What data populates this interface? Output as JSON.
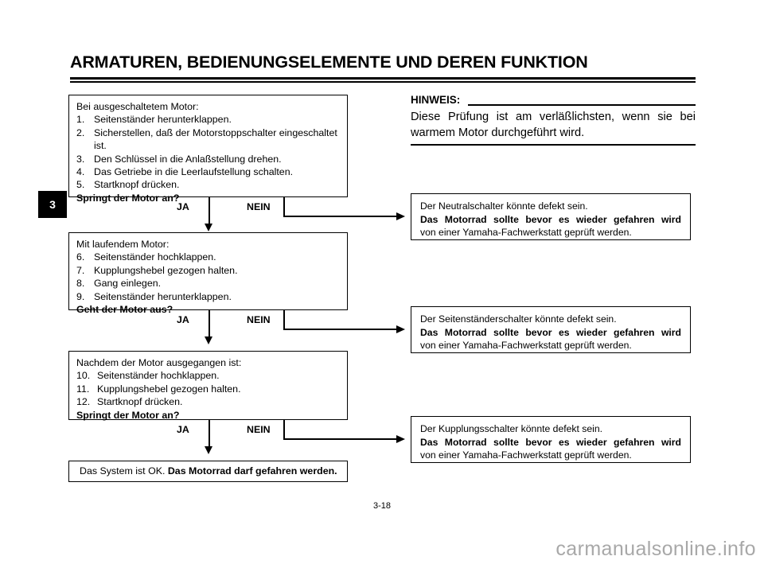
{
  "document": {
    "title": "ARMATUREN, BEDIENUNGSELEMENTE UND DEREN FUNKTION",
    "chapter_tab": "3",
    "page_number": "3-18",
    "watermark": "carmanualsonline.info"
  },
  "note": {
    "heading": "HINWEIS:",
    "body": "Diese Prüfung ist am verläßlichsten, wenn sie bei warmem Motor durchgeführt wird."
  },
  "flow": {
    "branch_yes": "JA",
    "branch_no": "NEIN",
    "boxes": [
      {
        "lead": "Bei ausgeschaltetem Motor:",
        "steps": [
          {
            "num": "1.",
            "text": "Seitenständer herunterklappen."
          },
          {
            "num": "2.",
            "text": "Sicherstellen, daß der Motorstoppschalter eingeschaltet ist."
          },
          {
            "num": "3.",
            "text": "Den Schlüssel in die Anlaßstellung drehen."
          },
          {
            "num": "4.",
            "text": "Das Getriebe in die Leerlaufstellung schalten."
          },
          {
            "num": "5.",
            "text": "Startknopf drücken."
          }
        ],
        "question": "Springt der Motor an?"
      },
      {
        "lead": "Mit laufendem Motor:",
        "steps": [
          {
            "num": "6.",
            "text": "Seitenständer hochklappen."
          },
          {
            "num": "7.",
            "text": "Kupplungshebel gezogen halten."
          },
          {
            "num": "8.",
            "text": "Gang einlegen."
          },
          {
            "num": "9.",
            "text": "Seitenständer herunterklappen."
          }
        ],
        "question": "Geht der Motor aus?"
      },
      {
        "lead": "Nachdem der Motor ausgegangen ist:",
        "steps": [
          {
            "num": "10.",
            "text": "Seitenständer hochklappen."
          },
          {
            "num": "11.",
            "text": "Kupplungshebel gezogen halten."
          },
          {
            "num": "12.",
            "text": "Startknopf drücken."
          }
        ],
        "question": "Springt der Motor an?"
      }
    ],
    "final": {
      "normal": "Das System ist OK. ",
      "bold": "Das Motorrad darf gefahren werden."
    },
    "results": [
      {
        "line1": "Der Neutralschalter könnte defekt sein.",
        "line2": "Das Motorrad sollte bevor es wieder gefahren wird",
        "line3": "von einer Yamaha-Fachwerkstatt geprüft werden."
      },
      {
        "line1": "Der Seitenständerschalter könnte defekt sein.",
        "line2": "Das Motorrad sollte bevor es wieder gefahren wird",
        "line3": "von einer Yamaha-Fachwerkstatt geprüft werden."
      },
      {
        "line1": "Der Kupplungsschalter könnte defekt sein.",
        "line2": "Das Motorrad sollte bevor es wieder gefahren wird",
        "line3": "von einer Yamaha-Fachwerkstatt geprüft werden."
      }
    ]
  }
}
